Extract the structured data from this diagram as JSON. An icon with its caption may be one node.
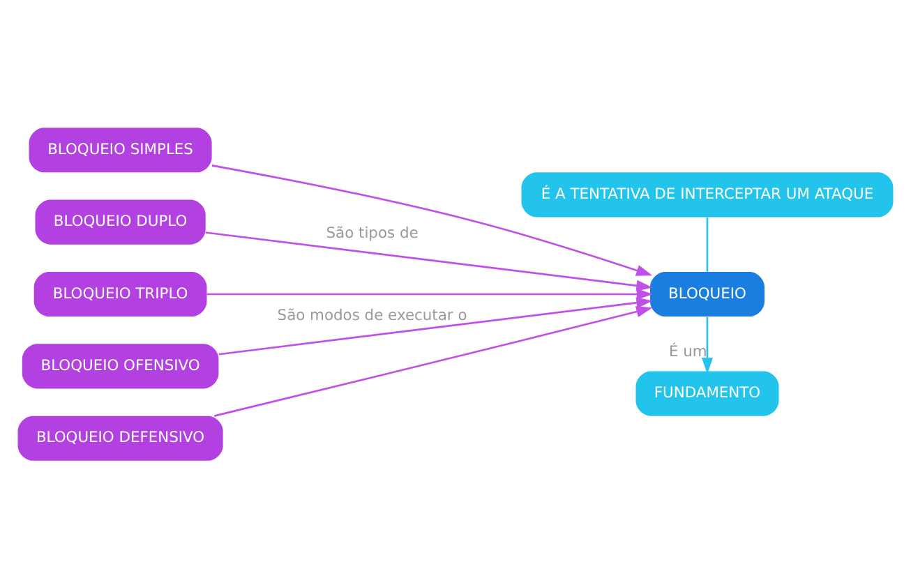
{
  "diagram": {
    "nodes": [
      {
        "text": [
          "BLOQUEIO SIMPLES"
        ]
      },
      {
        "text": [
          "BLOQUEIO DUPLO"
        ]
      },
      {
        "text": [
          "BLOQUEIO TRIPLO"
        ]
      },
      {
        "text": [
          "É A TENTATIVA DE INTERCEPTAR UM ATAQUE"
        ]
      },
      {
        "text": [
          "BLOQUEIO"
        ]
      },
      {
        "text": [
          "BLOQUEIO OFENSIVO"
        ]
      },
      {
        "text": [
          "BLOQUEIO DEFENSIVO"
        ]
      },
      {
        "text": [
          "FUNDAMENTO"
        ]
      }
    ],
    "edges": [
      {
        "from": 0,
        "to": 4,
        "arrow": "to"
      },
      {
        "from": 1,
        "to": 4,
        "arrow": "to",
        "label": "São tipos de"
      },
      {
        "from": 2,
        "to": 4,
        "arrow": "to"
      },
      {
        "from": 5,
        "to": 4,
        "arrow": "to",
        "label": "São modos de executar o"
      },
      {
        "from": 6,
        "to": 4,
        "arrow": "to"
      },
      {
        "from": 3,
        "to": 4,
        "arrow": "none",
        "color": "#22c4ec"
      },
      {
        "from": 4,
        "to": 7,
        "arrow": "to",
        "label": "É um",
        "color": "#22c4ec"
      }
    ]
  }
}
